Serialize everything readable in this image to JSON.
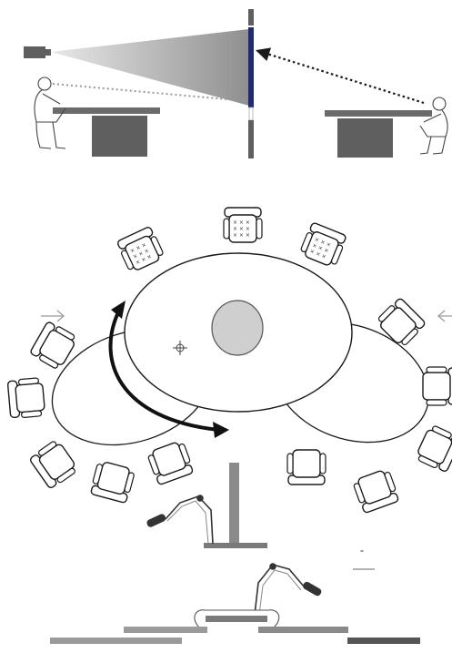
{
  "palette": {
    "ink": "#1a1a1a",
    "dark_gray": "#5f5f5f",
    "mid_gray": "#8a8a8a",
    "light_gray": "#bdbdbd",
    "screen_blue": "#1f2a78",
    "beam_light": "#e6e6e6",
    "beam_dark": "#9a9a9a",
    "white": "#ffffff"
  },
  "icons": {
    "projector": "projector-icon",
    "seated_person": "seated-person-icon",
    "chair": "chair-icon",
    "monitor_arm": "monitor-arm-icon",
    "crosshair": "crosshair-icon",
    "rotate_arrow": "curved-arrow-icon"
  },
  "scenes": {
    "projection_elevation": "projection-elevation",
    "conference_plan": "conference-table-plan",
    "mount_elevation": "monitor-mount-elevation"
  },
  "legend_symbol": "-"
}
